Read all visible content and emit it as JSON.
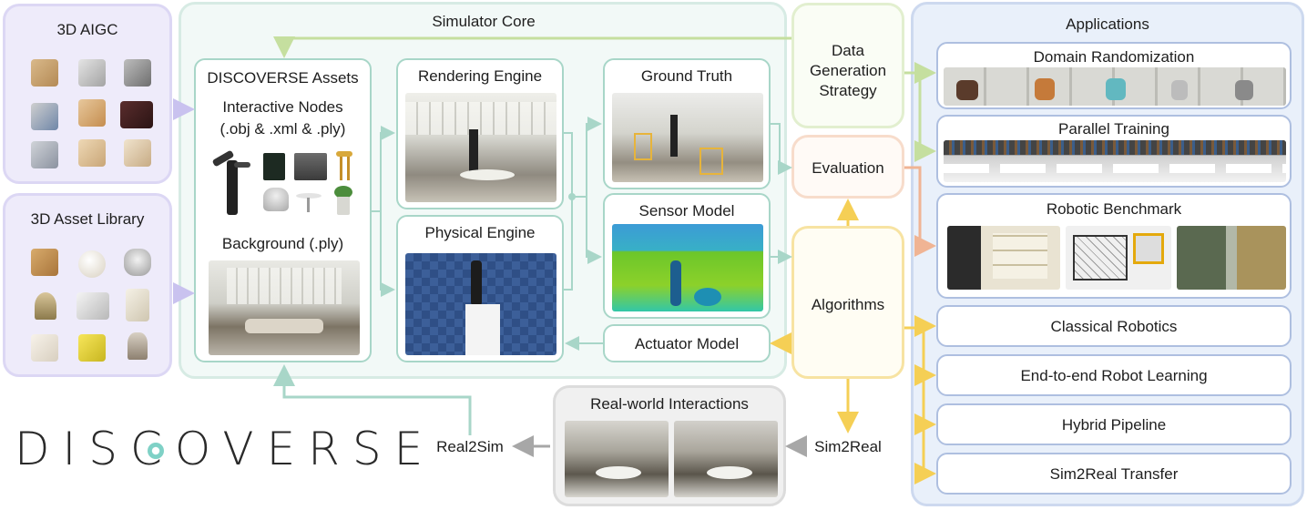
{
  "left": {
    "aigc_title": "3D AIGC",
    "library_title": "3D Asset Library"
  },
  "core": {
    "title": "Simulator Core",
    "assets_title": "DISCOVERSE Assets",
    "interactive_nodes": "Interactive Nodes",
    "formats": "(.obj & .xml & .ply)",
    "background": "Background (.ply)",
    "rendering_engine": "Rendering Engine",
    "physical_engine": "Physical Engine",
    "ground_truth": "Ground Truth",
    "sensor_model": "Sensor Model",
    "actuator_model": "Actuator Model"
  },
  "middle": {
    "data_gen_line1": "Data",
    "data_gen_line2": "Generation",
    "data_gen_line3": "Strategy",
    "evaluation": "Evaluation",
    "algorithms": "Algorithms"
  },
  "applications": {
    "title": "Applications",
    "domain_randomization": "Domain Randomization",
    "parallel_training": "Parallel Training",
    "robotic_benchmark": "Robotic Benchmark",
    "classical_robotics": "Classical Robotics",
    "end_to_end": "End-to-end Robot Learning",
    "hybrid_pipeline": "Hybrid Pipeline",
    "sim2real_transfer": "Sim2Real Transfer"
  },
  "bottom": {
    "real_world": "Real-world Interactions",
    "real2sim": "Real2Sim",
    "sim2real": "Sim2Real",
    "logo": "DISCOVERSE"
  },
  "colors": {
    "purple_panel": "#e6e3f7",
    "purple_border": "#cfc9ef",
    "green_panel": "#f2f9f7",
    "green_border": "#cfe6de",
    "box_border": "#a8d6c8",
    "blue_panel": "#e8eff9",
    "blue_border": "#c3d3ec",
    "yellow_border": "#f5dc8a",
    "orange_border": "#f3c9b0",
    "gray_panel": "#ececec"
  }
}
